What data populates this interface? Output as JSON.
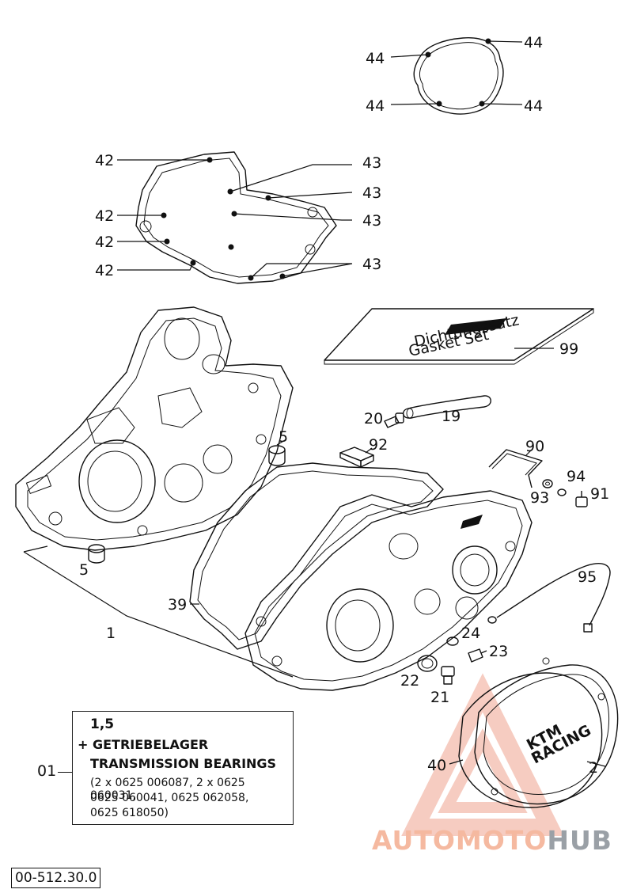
{
  "labels": {
    "l44a": "44",
    "l44b": "44",
    "l44c": "44",
    "l44d": "44",
    "l42a": "42",
    "l42b": "42",
    "l42c": "42",
    "l42d": "42",
    "l43a": "43",
    "l43b": "43",
    "l43c": "43",
    "l43d": "43",
    "l99": "99",
    "l19": "19",
    "l20": "20",
    "l5a": "5",
    "l5b": "5",
    "l92": "92",
    "l90": "90",
    "l94": "94",
    "l93": "93",
    "l91": "91",
    "l95": "95",
    "l39": "39",
    "l1": "1",
    "l24": "24",
    "l23": "23",
    "l22": "22",
    "l21": "21",
    "l40": "40",
    "l2": "2"
  },
  "legend": {
    "ref": "01",
    "title": "1,5",
    "line1": "+ GETRIEBELAGER",
    "line2": "TRANSMISSION BEARINGS",
    "line3": "(2 x 0625 006087, 2 x 0625 060031,",
    "line4": "0625 060041, 0625 062058,",
    "line5": "0625 618050)"
  },
  "drawing_number": "00-512.30.0",
  "gasket_set_text": {
    "line1": "Dichtungssatz",
    "line2": "Gasket Set"
  },
  "cover_logo": {
    "line1": "KTM",
    "line2": "RACING"
  },
  "watermark": {
    "part1": "AUTOMOTO",
    "part2": "HUB"
  },
  "colors": {
    "watermark_accent": "#f5b9a0",
    "watermark_gray": "#9aa0a6",
    "line": "#111111"
  }
}
